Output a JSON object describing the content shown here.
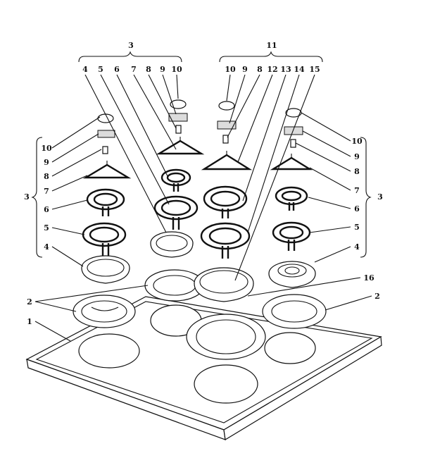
{
  "callouts": {
    "group_left_top": "3",
    "group_right_top": "11",
    "group_left_side": "3",
    "group_right_side": "3",
    "top_left_row": [
      "4",
      "5",
      "6",
      "7",
      "8",
      "9",
      "10"
    ],
    "top_right_row": [
      "10",
      "9",
      "8",
      "12",
      "13",
      "14",
      "15"
    ],
    "left_column": [
      "10",
      "9",
      "8",
      "7",
      "6",
      "5",
      "4"
    ],
    "right_column": [
      "10",
      "9",
      "8",
      "7",
      "6",
      "5",
      "4"
    ],
    "trim_ring_left": "2",
    "trim_ring_right": "2",
    "drip_pan_large": "16",
    "cooktop": "1"
  },
  "colors": {
    "ink": "#111111",
    "paper": "#ffffff"
  }
}
